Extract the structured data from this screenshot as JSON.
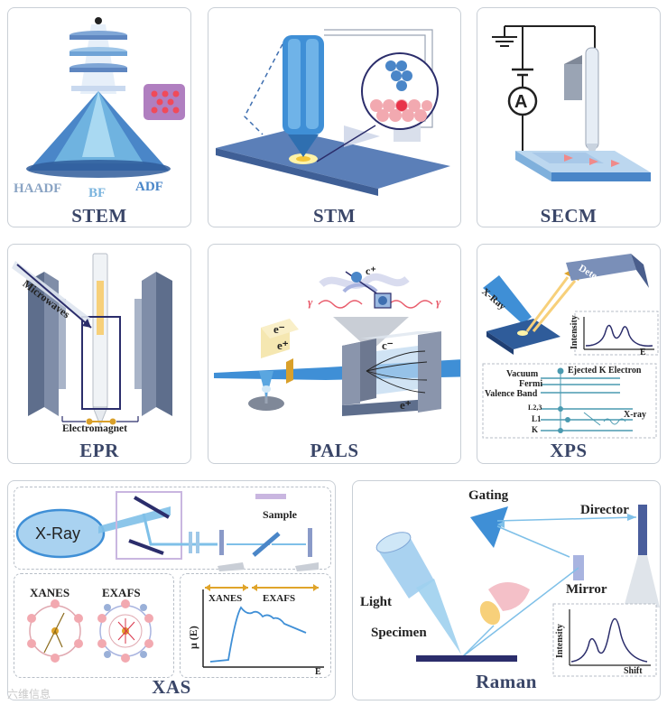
{
  "panels": {
    "stem": {
      "title": "STEM",
      "labels": {
        "haadf": "HAADF",
        "bf": "BF",
        "adf": "ADF"
      }
    },
    "stm": {
      "title": "STM"
    },
    "secm": {
      "title": "SECM",
      "labels": {
        "ammeter": "A"
      }
    },
    "epr": {
      "title": "EPR",
      "labels": {
        "microwaves": "Microwaves",
        "electromagnet": "Electromagnet"
      }
    },
    "pals": {
      "title": "PALS",
      "labels": {
        "e_minus": "e⁻",
        "e_plus": "e⁺",
        "c_plus": "c⁺",
        "gamma": "γ",
        "c_minus": "c⁻"
      }
    },
    "xps": {
      "title": "XPS",
      "labels": {
        "xray_source": "X-Ray",
        "detector": "Detector",
        "intensity": "Intensity",
        "energy": "E",
        "vacuum": "Vacuum",
        "fermi": "Fermi",
        "valence_band": "Valence Band",
        "ejected": "Ejected K Electron",
        "l23": "L2,3",
        "l1": "L1",
        "k": "K",
        "xray_line": "X-ray"
      }
    },
    "xas": {
      "title": "XAS",
      "labels": {
        "xray": "X-Ray",
        "sample": "Sample",
        "xanes": "XANES",
        "exafs": "EXAFS",
        "mu_axis": "μ (E)",
        "energy": "E"
      }
    },
    "raman": {
      "title": "Raman",
      "labels": {
        "gating": "Gating",
        "director": "Director",
        "light": "Light",
        "mirror": "Mirror",
        "specimen": "Specimen",
        "intensity": "Intensity",
        "shift": "Shift"
      }
    }
  },
  "watermark": "六维信息",
  "colors": {
    "primary_blue": "#3f8fd6",
    "light_blue": "#a9d2f0",
    "navy": "#3a4668",
    "gold": "#e0a42a",
    "pink": "#e85a6a"
  }
}
